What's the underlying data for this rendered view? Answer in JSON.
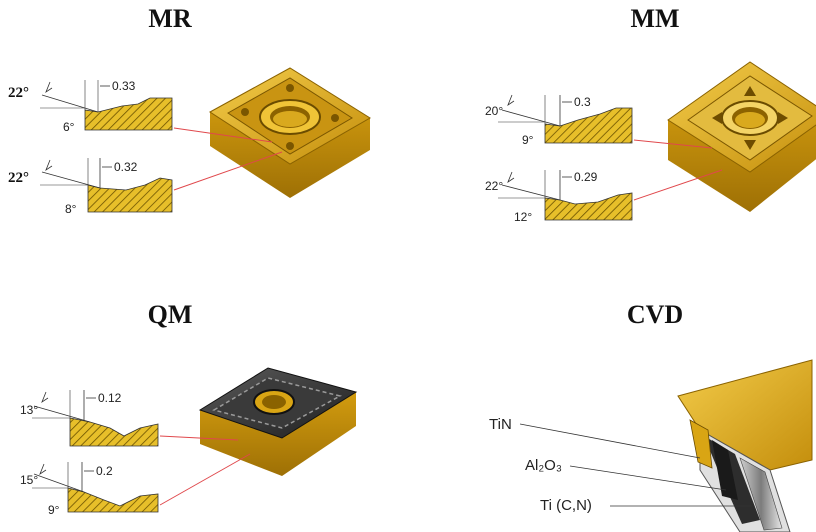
{
  "titles": {
    "mr": "MR",
    "mm": "MM",
    "qm": "QM",
    "cvd": "CVD"
  },
  "mr": {
    "top": {
      "angle": "22°",
      "land_angle": "6°",
      "land": "0.33"
    },
    "bottom": {
      "angle": "22°",
      "land_angle": "8°",
      "land": "0.32"
    }
  },
  "mm": {
    "top": {
      "angle": "20°",
      "land_angle": "9°",
      "land": "0.3"
    },
    "bottom": {
      "angle": "22°",
      "land_angle": "12°",
      "land": "0.29"
    }
  },
  "qm": {
    "top": {
      "angle": "13°",
      "land": "0.12"
    },
    "bottom": {
      "angle": "15°",
      "land_angle": "9°",
      "land": "0.2"
    }
  },
  "cvd": {
    "layers": [
      "TiN",
      "Al₂O₃",
      "Ti (C,N)"
    ]
  },
  "colors": {
    "insert_gold": "#d9a514",
    "hatch": "#e0b820",
    "leader_red": "#e0484c"
  }
}
